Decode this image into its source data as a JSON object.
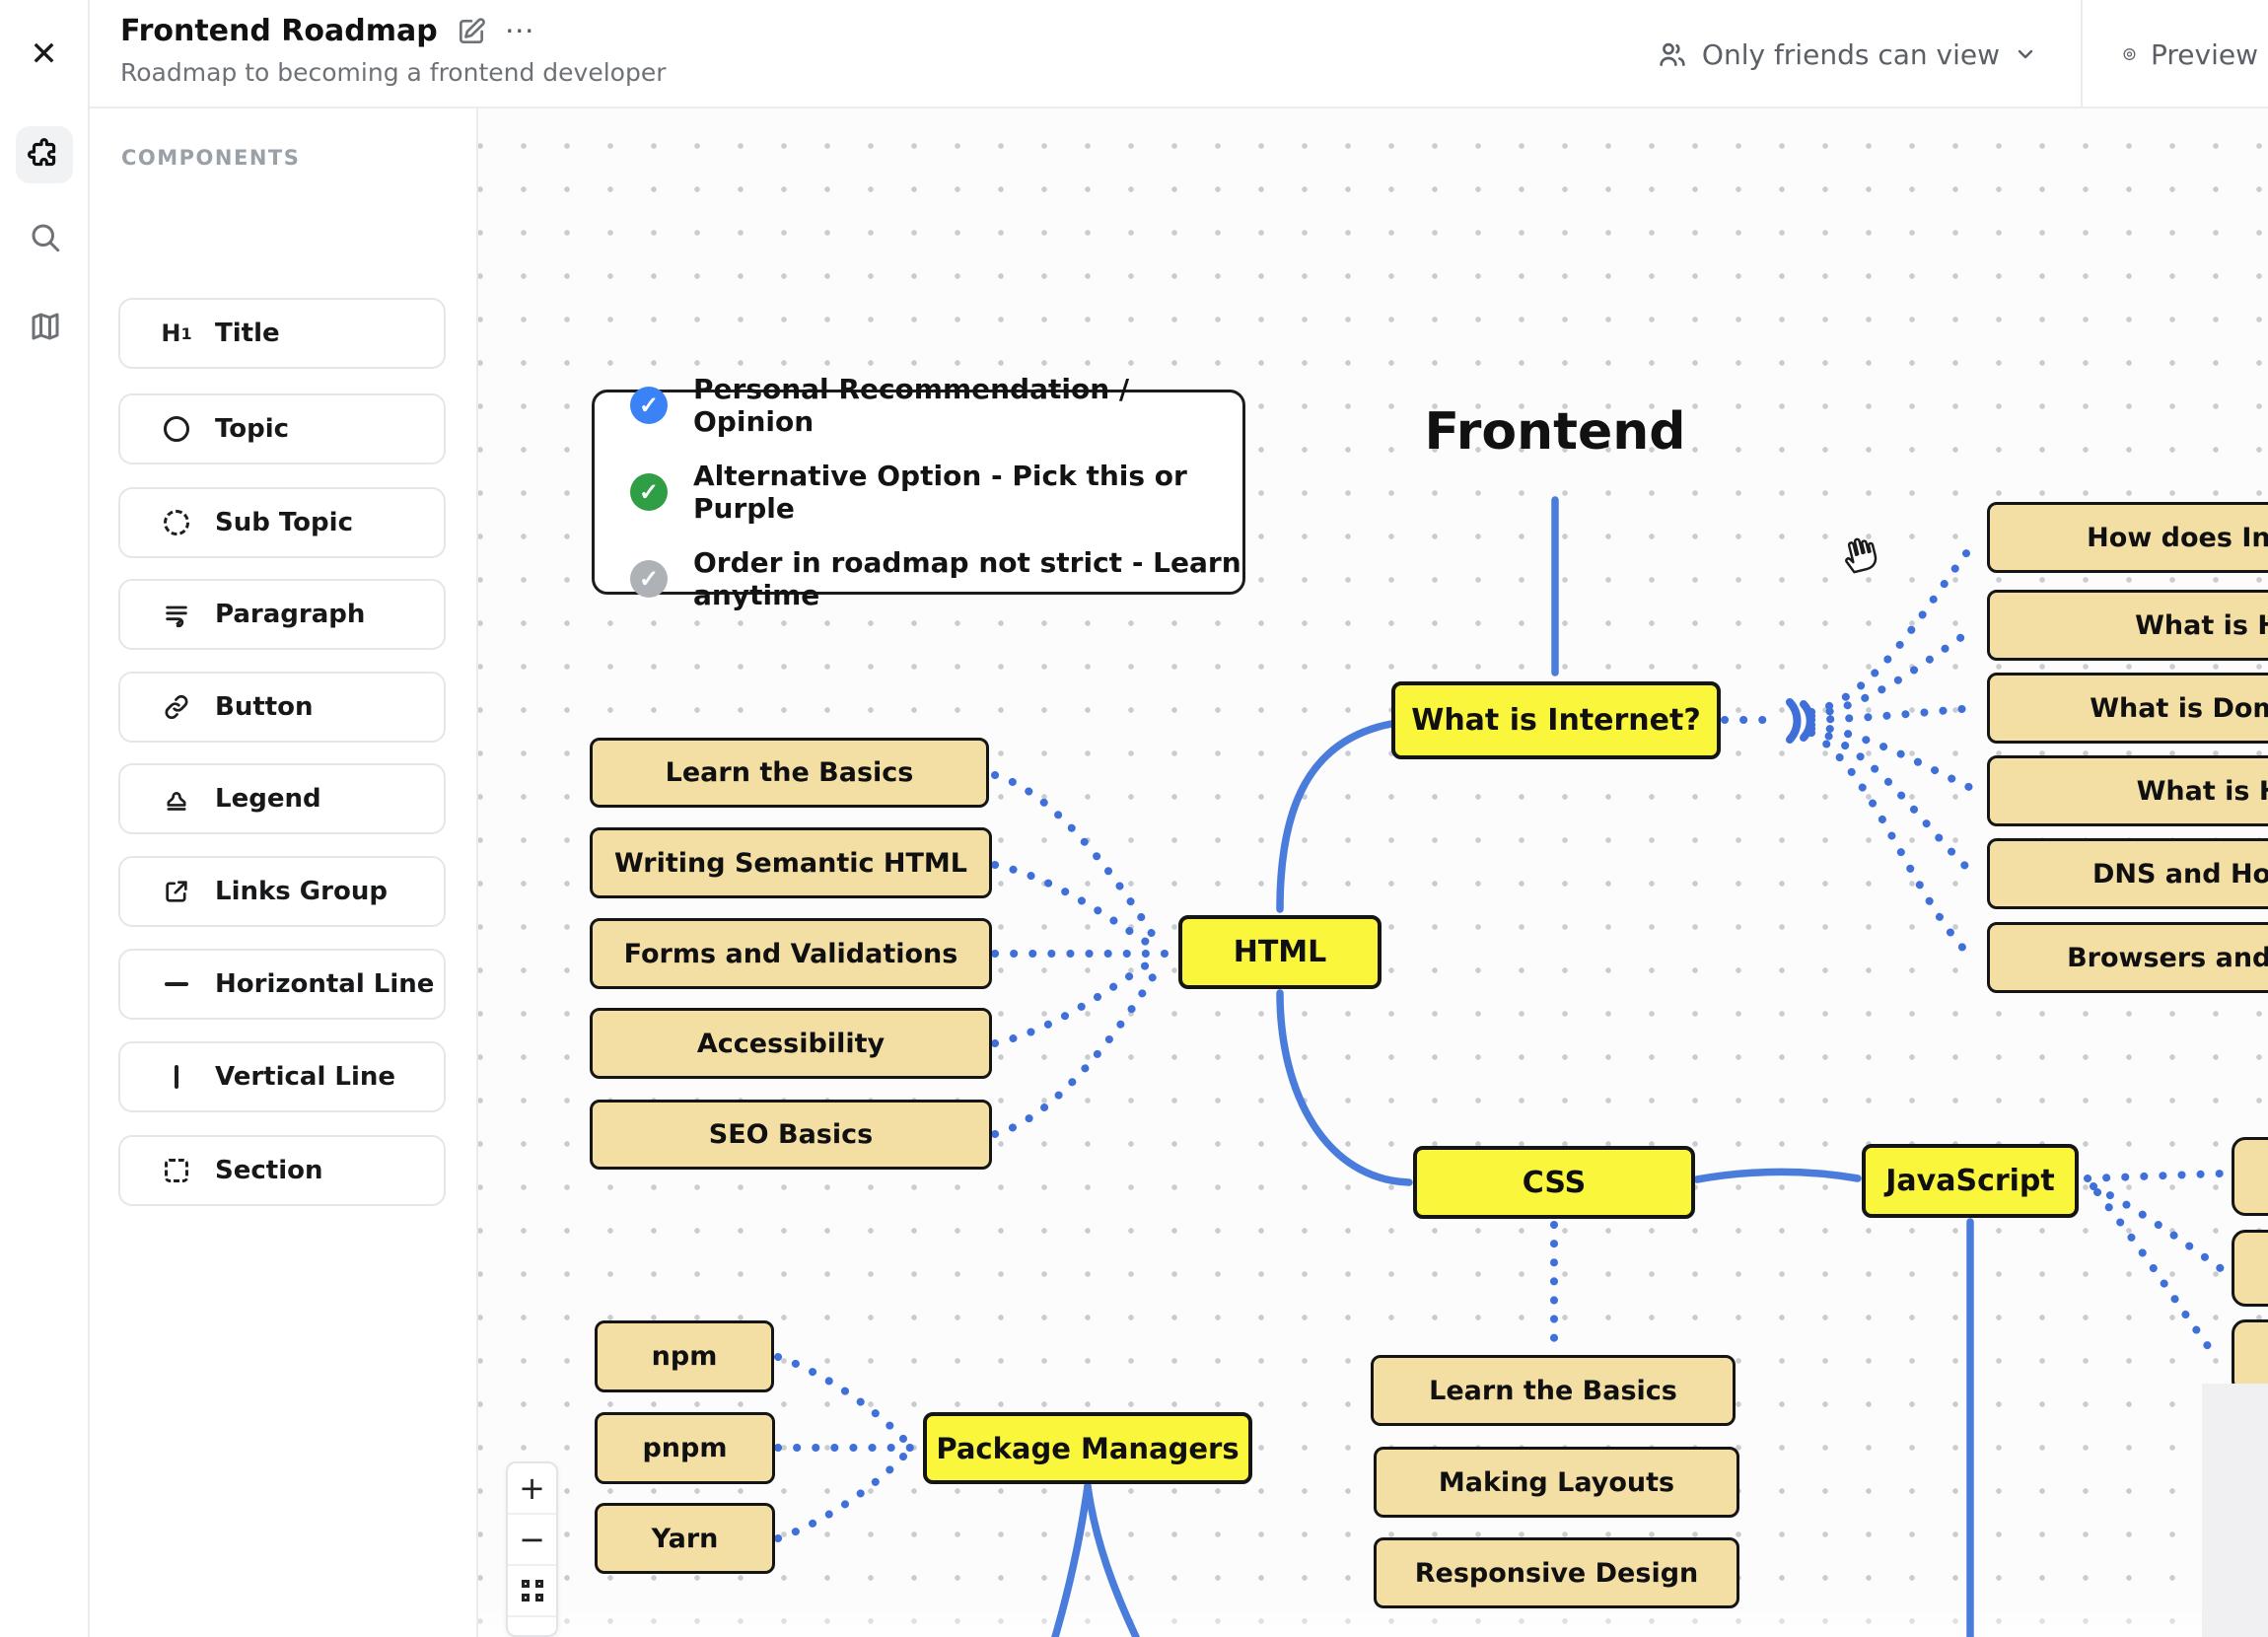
{
  "header": {
    "title": "Frontend Roadmap",
    "subtitle": "Roadmap to becoming a frontend developer",
    "close_icon": "✕",
    "more_icon": "⋯",
    "visibility_label": "Only friends can view",
    "preview_label": "Preview"
  },
  "components": {
    "heading": "COMPONENTS",
    "items": [
      {
        "icon": "h1-icon",
        "label": "Title"
      },
      {
        "icon": "circle-icon",
        "label": "Topic"
      },
      {
        "icon": "dashed-circle-icon",
        "label": "Sub Topic"
      },
      {
        "icon": "paragraph-icon",
        "label": "Paragraph"
      },
      {
        "icon": "link-icon",
        "label": "Button"
      },
      {
        "icon": "stamp-icon",
        "label": "Legend"
      },
      {
        "icon": "external-link-icon",
        "label": "Links Group"
      },
      {
        "icon": "horizontal-line-icon",
        "label": "Horizontal Line"
      },
      {
        "icon": "vertical-line-icon",
        "label": "Vertical Line"
      },
      {
        "icon": "section-icon",
        "label": "Section"
      }
    ]
  },
  "canvas": {
    "roadmap_title": "Frontend",
    "legend": {
      "items": [
        {
          "color": "#3b82f6",
          "check": "✓",
          "label": "Personal Recommendation / Opinion"
        },
        {
          "color": "#2f9e44",
          "check": "✓",
          "label": "Alternative Option - Pick this or Purple"
        },
        {
          "color": "#aeb1b6",
          "check": "✓",
          "label": "Order in roadmap not strict - Learn anytime"
        }
      ]
    },
    "nodes": [
      {
        "label": "What is Internet?",
        "type": "topic"
      },
      {
        "label": "HTML",
        "type": "topic"
      },
      {
        "label": "CSS",
        "type": "topic"
      },
      {
        "label": "JavaScript",
        "type": "topic"
      },
      {
        "label": "Package Managers",
        "type": "topic"
      },
      {
        "label": "Learn the Basics",
        "type": "subtopic"
      },
      {
        "label": "Writing Semantic HTML",
        "type": "subtopic"
      },
      {
        "label": "Forms and Validations",
        "type": "subtopic"
      },
      {
        "label": "Accessibility",
        "type": "subtopic"
      },
      {
        "label": "SEO Basics",
        "type": "subtopic"
      },
      {
        "label": "npm",
        "type": "subtopic"
      },
      {
        "label": "pnpm",
        "type": "subtopic"
      },
      {
        "label": "Yarn",
        "type": "subtopic"
      },
      {
        "label": "Learn the Basics",
        "type": "subtopic"
      },
      {
        "label": "Making Layouts",
        "type": "subtopic"
      },
      {
        "label": "Responsive Design",
        "type": "subtopic"
      },
      {
        "label": "How does Inte",
        "type": "subtopic-clipped"
      },
      {
        "label": "What is H",
        "type": "subtopic-clipped"
      },
      {
        "label": "What is Doma",
        "type": "subtopic-clipped"
      },
      {
        "label": "What is Ho",
        "type": "subtopic-clipped"
      },
      {
        "label": "DNS and How",
        "type": "subtopic-clipped"
      },
      {
        "label": "Browsers and Ho",
        "type": "subtopic-clipped"
      }
    ]
  },
  "zoom_controls": {
    "zoom_in": "+",
    "zoom_out": "−"
  },
  "colors": {
    "topic_yellow": "#f9f63c",
    "subtopic_tan": "#f3dfa4",
    "edge_blue": "#4a7cdb",
    "dotted_blue": "#3f6fd8",
    "legend_blue": "#3b82f6",
    "legend_green": "#2f9e44",
    "legend_gray": "#aeb1b6"
  }
}
